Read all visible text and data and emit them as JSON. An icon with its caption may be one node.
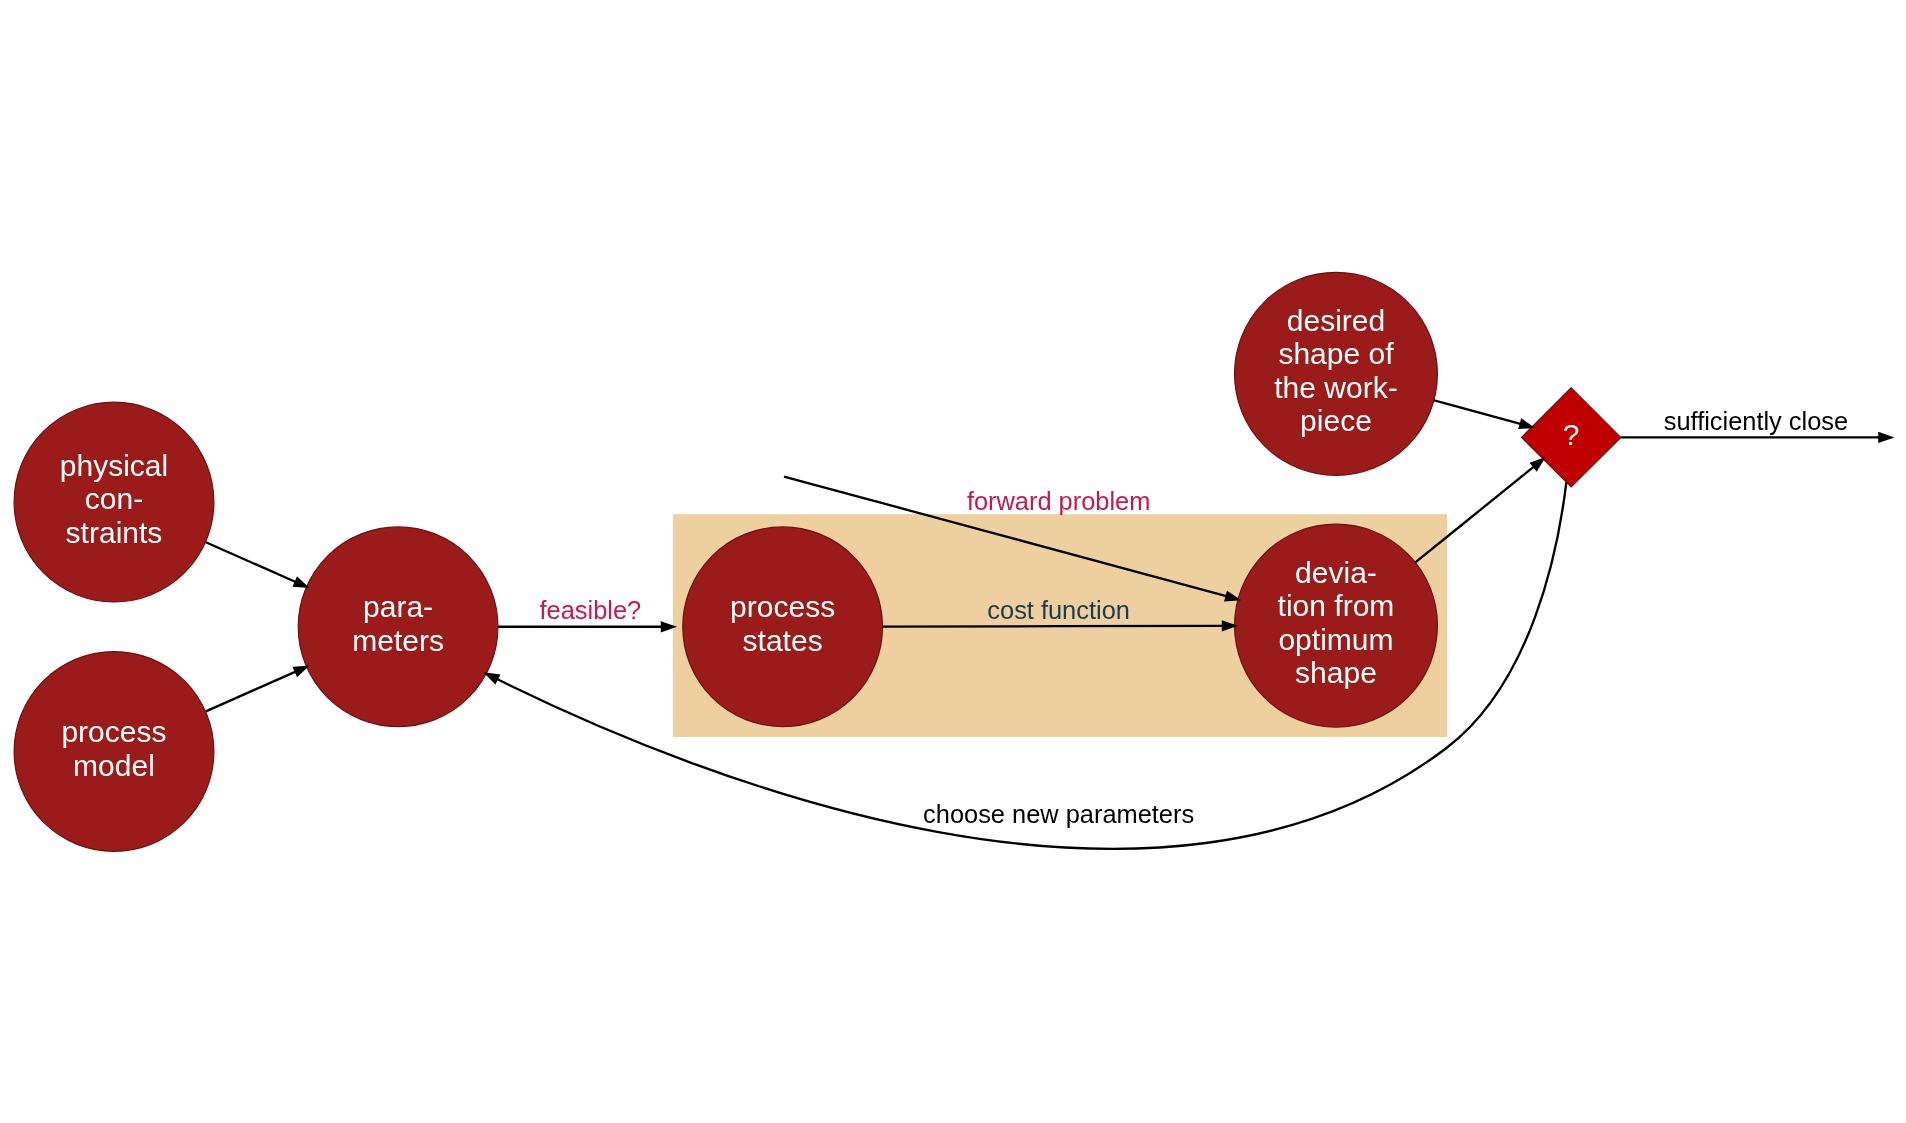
{
  "diagram": {
    "nodes": [
      {
        "text": [
          "para- meters"
        ]
      },
      {
        "text": [],
        "shape": "box"
      },
      {
        "text": [
          "process states"
        ],
        "in": 1
      },
      {
        "text": [
          "devia- tion from optimum shape"
        ],
        "in": 1
      },
      {
        "text": [
          "?"
        ]
      },
      {
        "text": [
          "physical con- straints"
        ]
      },
      {
        "text": [
          "process model"
        ]
      },
      {
        "text": [
          "desired shape of the work- piece"
        ]
      }
    ],
    "edges": [
      {
        "from": 0,
        "to": 1,
        "arrow": "to",
        "label": "feasible?"
      },
      {
        "from": null,
        "to": 3,
        "arrow": "to",
        "label": "forward problem"
      },
      {
        "from": 2,
        "to": 3,
        "arrow": "to",
        "label": "cost function"
      },
      {
        "from": 3,
        "to": 4,
        "arrow": "to"
      },
      {
        "from": 7,
        "to": 4,
        "arrow": "to"
      },
      {
        "from": 4,
        "to": null,
        "arrow": "to",
        "label": "sufficiently close"
      },
      {
        "from": 4,
        "to": 0,
        "arrow": "to",
        "label": "choose new parameters"
      },
      {
        "from": 5,
        "to": 0,
        "arrow": "to"
      },
      {
        "from": 6,
        "to": 0,
        "arrow": "to"
      }
    ]
  }
}
